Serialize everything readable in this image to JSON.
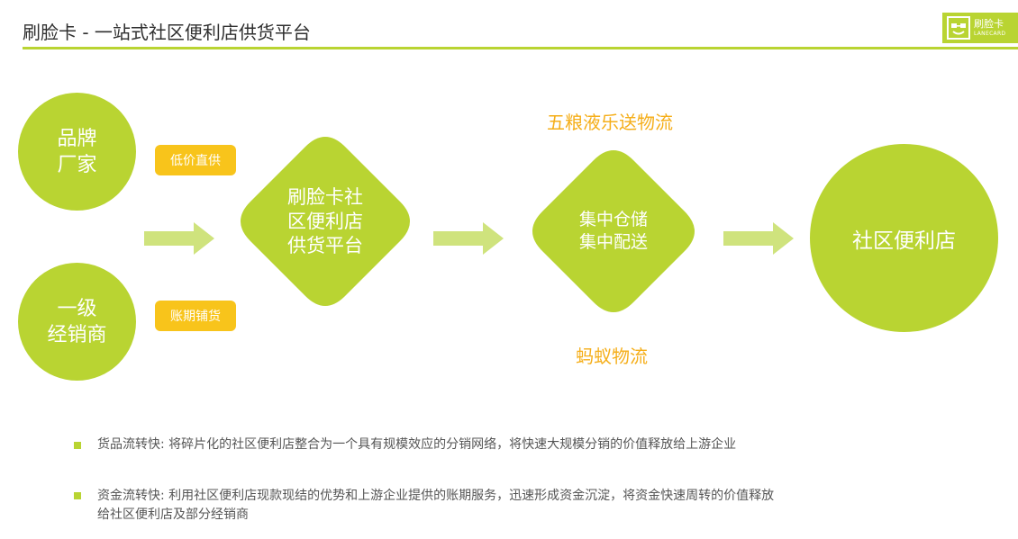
{
  "header": {
    "title": "刷脸卡 - 一站式社区便利店供货平台",
    "logo_cn": "刷脸卡",
    "logo_en": "LANECARD"
  },
  "diagram": {
    "sources": [
      {
        "line1": "品牌",
        "line2": "厂家"
      },
      {
        "line1": "一级",
        "line2": "经销商"
      }
    ],
    "badges": [
      "低价直供",
      "账期铺货"
    ],
    "platform": [
      "刷脸卡社",
      "区便利店",
      "供货平台"
    ],
    "logistics": [
      "集中仓储",
      "集中配送"
    ],
    "partners_top": "五粮液乐送物流",
    "partners_bottom": "蚂蚁物流",
    "destination": "社区便利店"
  },
  "bullets": [
    {
      "label": "货品流转快",
      "text": "货品流转快: 将碎片化的社区便利店整合为一个具有规模效应的分销网络，将快速大规模分销的价值释放给上游企业"
    },
    {
      "label": "资金流转快",
      "line1": "资金流转快: 利用社区便利店现款现结的优势和上游企业提供的账期服务，迅速形成资金沉淀，将资金快速周转的价值释放",
      "line2": "给社区便利店及部分经销商"
    }
  ],
  "colors": {
    "accent": "#b9d432",
    "badge": "#f8c41b",
    "partner_text": "#f5ae19"
  }
}
